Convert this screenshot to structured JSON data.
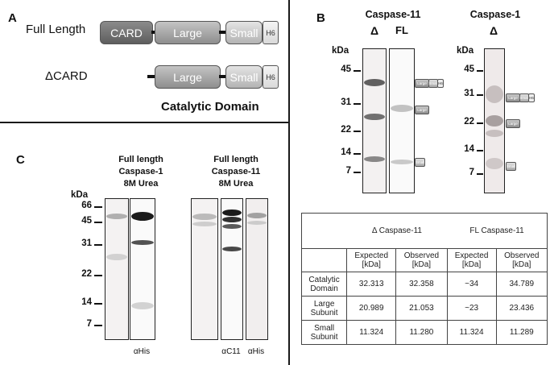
{
  "panelA": {
    "letter": "A",
    "full_length_label": "Full Length",
    "delta_card_label": "ΔCARD",
    "domains": {
      "card": "CARD",
      "large": "Large",
      "small": "Small",
      "his": "H6"
    },
    "caption": "Catalytic Domain"
  },
  "panelB": {
    "letter": "B",
    "title_c11": "Caspase-11",
    "title_c1": "Caspase-1",
    "lane_c11_delta": "Δ",
    "lane_c11_fl": "FL",
    "lane_c1_delta": "Δ",
    "kda": "kDa",
    "markers": [
      "45",
      "31",
      "22",
      "14",
      "7"
    ],
    "icon_labels": {
      "large": "Large",
      "small": "Small",
      "his": "H6"
    }
  },
  "panelC": {
    "letter": "C",
    "title_c1": [
      "Full length",
      "Caspase-1",
      "8M Urea"
    ],
    "title_c11": [
      "Full length",
      "Caspase-11",
      "8M Urea"
    ],
    "kda": "kDa",
    "markers": [
      "66",
      "45",
      "31",
      "22",
      "14",
      "7"
    ],
    "lane_labels": {
      "his1": "αHis",
      "c11": "αC11",
      "his2": "αHis"
    }
  },
  "table": {
    "group_headers": [
      "Δ Caspase-11",
      "FL Caspase-11"
    ],
    "sub_headers": [
      [
        "Expected",
        "[kDa]"
      ],
      [
        "Observed",
        "[kDa]"
      ],
      [
        "Expected",
        "[kDa]"
      ],
      [
        "Observed",
        "[kDa]"
      ]
    ],
    "rows": [
      {
        "label": [
          "Catalytic",
          "Domain"
        ],
        "values": [
          "32.313",
          "32.358",
          "~34",
          "34.789"
        ]
      },
      {
        "label": [
          "Large",
          "Subunit"
        ],
        "values": [
          "20.989",
          "21.053",
          "~23",
          "23.436"
        ]
      },
      {
        "label": [
          "Small",
          "Subunit"
        ],
        "values": [
          "11.324",
          "11.280",
          "11.324",
          "11.289"
        ]
      }
    ]
  }
}
